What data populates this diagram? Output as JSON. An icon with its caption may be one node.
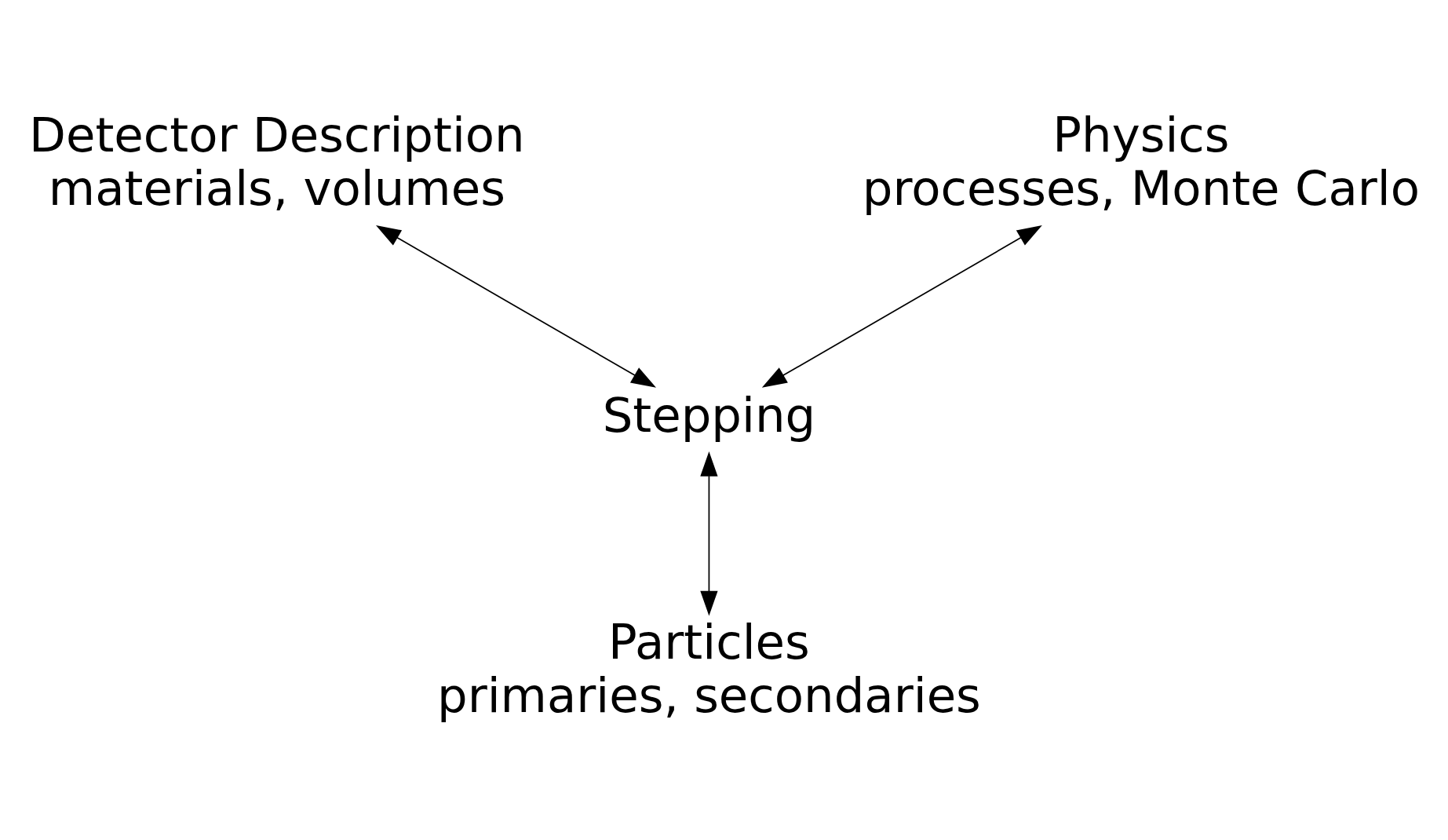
{
  "diagram": {
    "nodes": [
      {
        "text": [
          "Detector Description",
          "materials, volumes"
        ]
      },
      {
        "text": [
          "Physics",
          "processes, Monte Carlo"
        ]
      },
      {
        "text": [
          "Stepping"
        ]
      },
      {
        "text": [
          "Particles",
          "primaries, secondaries"
        ]
      }
    ],
    "edges": [
      {
        "from": 0,
        "to": 2,
        "arrow": "both"
      },
      {
        "from": 1,
        "to": 2,
        "arrow": "both"
      },
      {
        "from": 2,
        "to": 3,
        "arrow": "both"
      }
    ]
  }
}
